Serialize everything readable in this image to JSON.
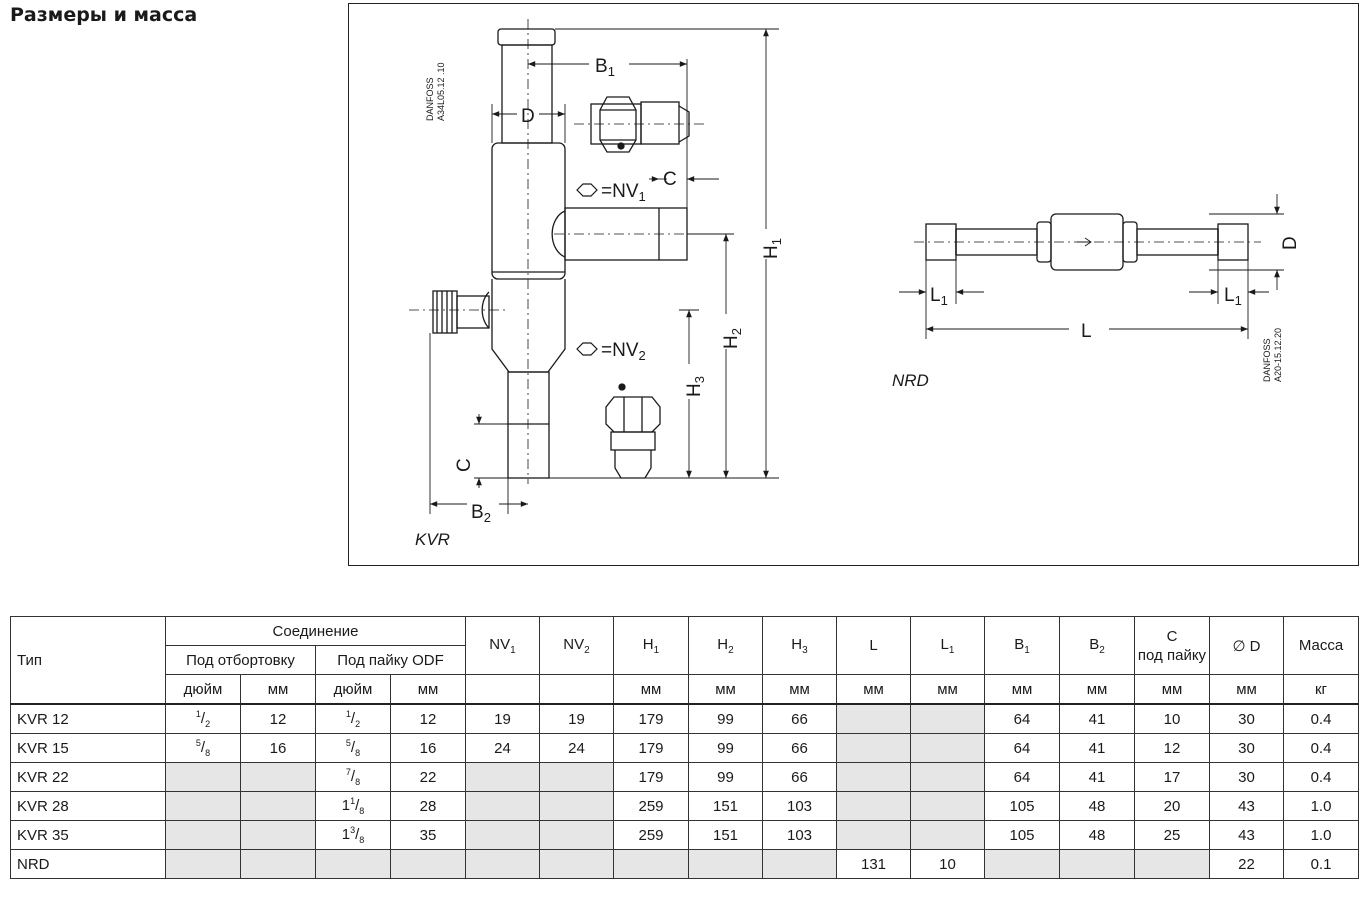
{
  "title": "Размеры и масса",
  "figure": {
    "kvr_caption": "KVR",
    "nrd_caption": "NRD",
    "kvr_code_line1": "DANFOSS",
    "kvr_code_line2": "A34L05.12 .10",
    "nrd_code_line1": "DANFOSS",
    "nrd_code_line2": "A20-15.12.20",
    "nv1_label": "=NV",
    "nv1_sub": "1",
    "nv2_label": "=NV",
    "nv2_sub": "2",
    "dims": {
      "B": "B",
      "C": "C",
      "D": "D",
      "H": "H",
      "L": "L",
      "s1": "1",
      "s2": "2",
      "s3": "3"
    }
  },
  "table": {
    "header": {
      "type": "Тип",
      "connection": "Соединение",
      "flare": "Под отбортовку",
      "solder": "Под пайку ODF",
      "inch": "дюйм",
      "mm": "мм",
      "nv": "NV",
      "h": "H",
      "l": "L",
      "b": "B",
      "c_line1": "C",
      "c_line2": "под пайку",
      "d": "∅ D",
      "mass": "Масса",
      "kg": "кг",
      "sub1": "1",
      "sub2": "2",
      "sub3": "3"
    },
    "rows": [
      {
        "type": "KVR 12",
        "flare_in": {
          "w": "",
          "n": "1",
          "d": "2"
        },
        "flare_mm": "12",
        "sold_in": {
          "w": "",
          "n": "1",
          "d": "2"
        },
        "sold_mm": "12",
        "nv1": "19",
        "nv2": "19",
        "h1": "179",
        "h2": "99",
        "h3": "66",
        "l": "",
        "l1": "",
        "b1": "64",
        "b2": "41",
        "c": "10",
        "d": "30",
        "mass": "0.4"
      },
      {
        "type": "KVR 15",
        "flare_in": {
          "w": "",
          "n": "5",
          "d": "8"
        },
        "flare_mm": "16",
        "sold_in": {
          "w": "",
          "n": "5",
          "d": "8"
        },
        "sold_mm": "16",
        "nv1": "24",
        "nv2": "24",
        "h1": "179",
        "h2": "99",
        "h3": "66",
        "l": "",
        "l1": "",
        "b1": "64",
        "b2": "41",
        "c": "12",
        "d": "30",
        "mass": "0.4"
      },
      {
        "type": "KVR 22",
        "flare_in": null,
        "flare_mm": "",
        "sold_in": {
          "w": "",
          "n": "7",
          "d": "8"
        },
        "sold_mm": "22",
        "nv1": "",
        "nv2": "",
        "h1": "179",
        "h2": "99",
        "h3": "66",
        "l": "",
        "l1": "",
        "b1": "64",
        "b2": "41",
        "c": "17",
        "d": "30",
        "mass": "0.4"
      },
      {
        "type": "KVR 28",
        "flare_in": null,
        "flare_mm": "",
        "sold_in": {
          "w": "1",
          "n": "1",
          "d": "8"
        },
        "sold_mm": "28",
        "nv1": "",
        "nv2": "",
        "h1": "259",
        "h2": "151",
        "h3": "103",
        "l": "",
        "l1": "",
        "b1": "105",
        "b2": "48",
        "c": "20",
        "d": "43",
        "mass": "1.0"
      },
      {
        "type": "KVR 35",
        "flare_in": null,
        "flare_mm": "",
        "sold_in": {
          "w": "1",
          "n": "3",
          "d": "8"
        },
        "sold_mm": "35",
        "nv1": "",
        "nv2": "",
        "h1": "259",
        "h2": "151",
        "h3": "103",
        "l": "",
        "l1": "",
        "b1": "105",
        "b2": "48",
        "c": "25",
        "d": "43",
        "mass": "1.0"
      },
      {
        "type": "NRD",
        "flare_in": null,
        "flare_mm": "",
        "sold_in": null,
        "sold_mm": "",
        "nv1": "",
        "nv2": "",
        "h1": "",
        "h2": "",
        "h3": "",
        "l": "131",
        "l1": "10",
        "b1": "",
        "b2": "",
        "c": "",
        "d": "22",
        "mass": "0.1"
      }
    ]
  }
}
